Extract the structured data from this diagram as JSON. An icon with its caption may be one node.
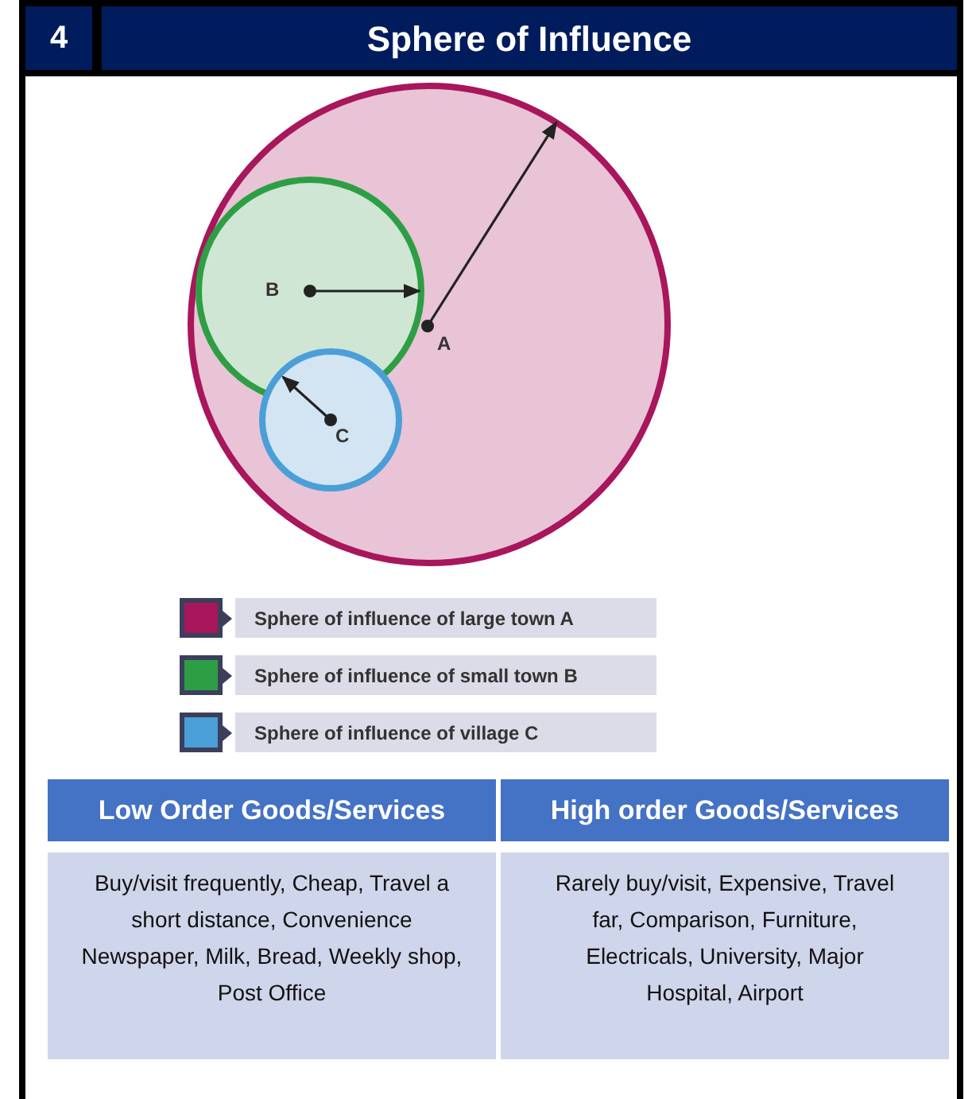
{
  "diagram": {
    "title": "Sphere of Influence",
    "labels": [
      "4",
      "B",
      "A",
      "C",
      "Low Order Goods/Services",
      "High order Goods/Services",
      "Buy/visit frequently, Cheap, Travel a short distance, Convenience Newspaper, Milk, Bread, Weekly shop, Post Office",
      "Rarely buy/visit, Expensive, Travel far, Comparison, Furniture, Electricals, University, Major Hospital, Airport"
    ],
    "legend": [
      {
        "text": "Sphere of influence of large town A",
        "color": "#a8165c"
      },
      {
        "text": "Sphere of influence of small town B",
        "color": "#2e9e45"
      },
      {
        "text": "Sphere of influence of village C",
        "color": "#4a9fd8"
      }
    ]
  }
}
